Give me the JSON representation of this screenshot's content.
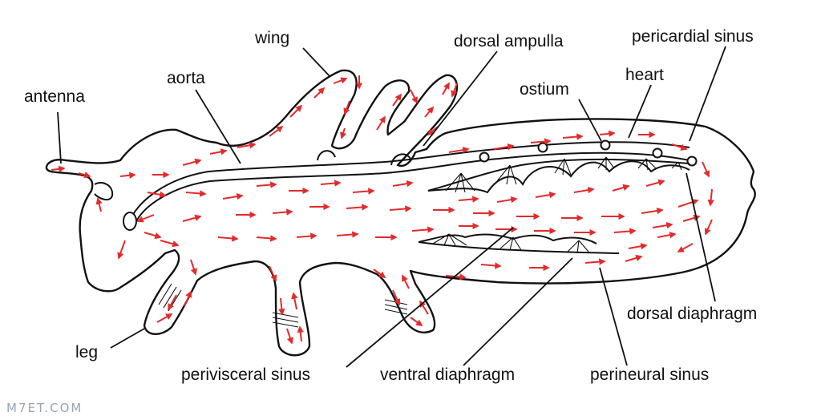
{
  "labels": {
    "wing": "wing",
    "dorsal_ampulla": "dorsal ampulla",
    "pericardial_sinus": "pericardial sinus",
    "antenna": "antenna",
    "aorta": "aorta",
    "ostium": "ostium",
    "heart": "heart",
    "dorsal_diaphragm": "dorsal diaphragm",
    "leg": "leg",
    "perivisceral_sinus": "perivisceral sinus",
    "ventral_diaphragm": "ventral diaphragm",
    "perineural_sinus": "perineural sinus"
  },
  "watermark": "M7ET.COM",
  "colors": {
    "outline": "#111111",
    "flow_arrows": "#e32b2b",
    "watermark": "#9aa4ad",
    "background": "#ffffff"
  },
  "icons": {
    "arrowhead": "flow-arrow-icon"
  }
}
